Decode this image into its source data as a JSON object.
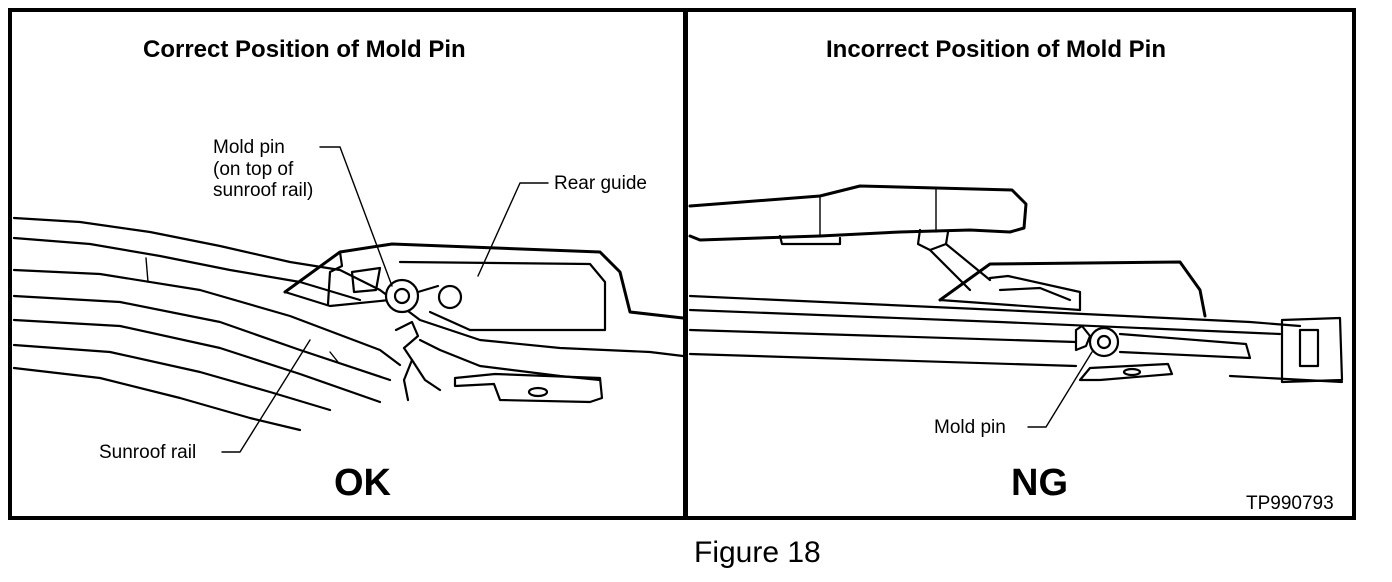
{
  "figure": {
    "caption": "Figure 18",
    "code": "TP990793"
  },
  "left_panel": {
    "title": "Correct Position of Mold Pin",
    "status": "OK",
    "labels": {
      "mold_pin_line1": "Mold pin",
      "mold_pin_line2": "(on top of",
      "mold_pin_line3": "sunroof rail)",
      "rear_guide": "Rear guide",
      "sunroof_rail": "Sunroof rail"
    }
  },
  "right_panel": {
    "title": "Incorrect Position of Mold Pin",
    "status": "NG",
    "labels": {
      "mold_pin": "Mold pin"
    }
  }
}
